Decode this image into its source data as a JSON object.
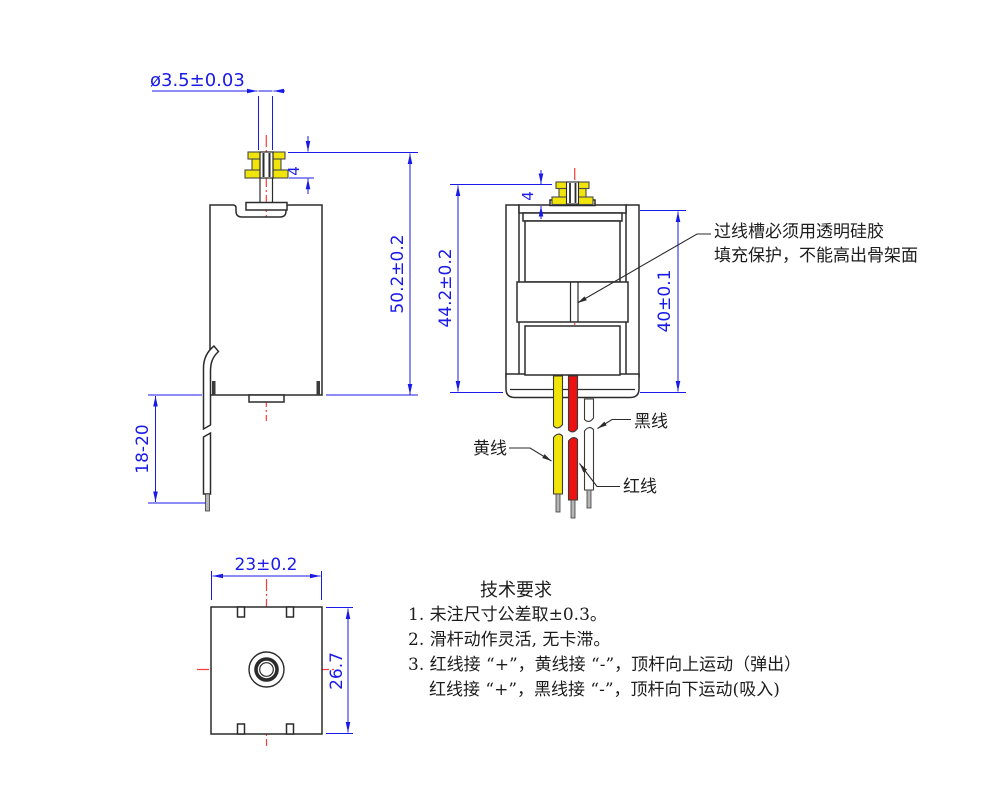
{
  "front_view": {
    "dim_plunger_diameter": "ø3.5±0.03",
    "dim_cap_height": "4",
    "dim_overall_height": "50.2±0.2",
    "dim_lead_length": "18-20"
  },
  "side_view": {
    "dim_cap_height": "4",
    "dim_overall_height": "44.2±0.2",
    "dim_frame_height": "40±0.1",
    "annotation": {
      "line1": "过线槽必须用透明硅胶",
      "line2": "填充保护，不能高出骨架面"
    },
    "wire_labels": {
      "yellow": "黄线",
      "black": "黑线",
      "red": "红线"
    }
  },
  "top_view": {
    "dim_width": "23±0.2",
    "dim_depth": "26.7"
  },
  "tech_requirements": {
    "title": "技术要求",
    "items": [
      "1. 未注尺寸公差取±0.3。",
      "2. 滑杆动作灵活, 无卡滞。",
      "3. 红线接 “+”，黄线接 “-”，顶杆向上运动（弹出）",
      "红线接 “+”，黑线接 “-”，顶杆向下运动(吸入)"
    ]
  },
  "colors": {
    "dimension_blue": "#1a1ae8",
    "centerline_red": "#ff3b3b",
    "outline_black": "#2b2b2b",
    "wire_yellow": "#f0e40a",
    "wire_red": "#ee1111",
    "wire_black_drawn_white": "#ffffff"
  }
}
